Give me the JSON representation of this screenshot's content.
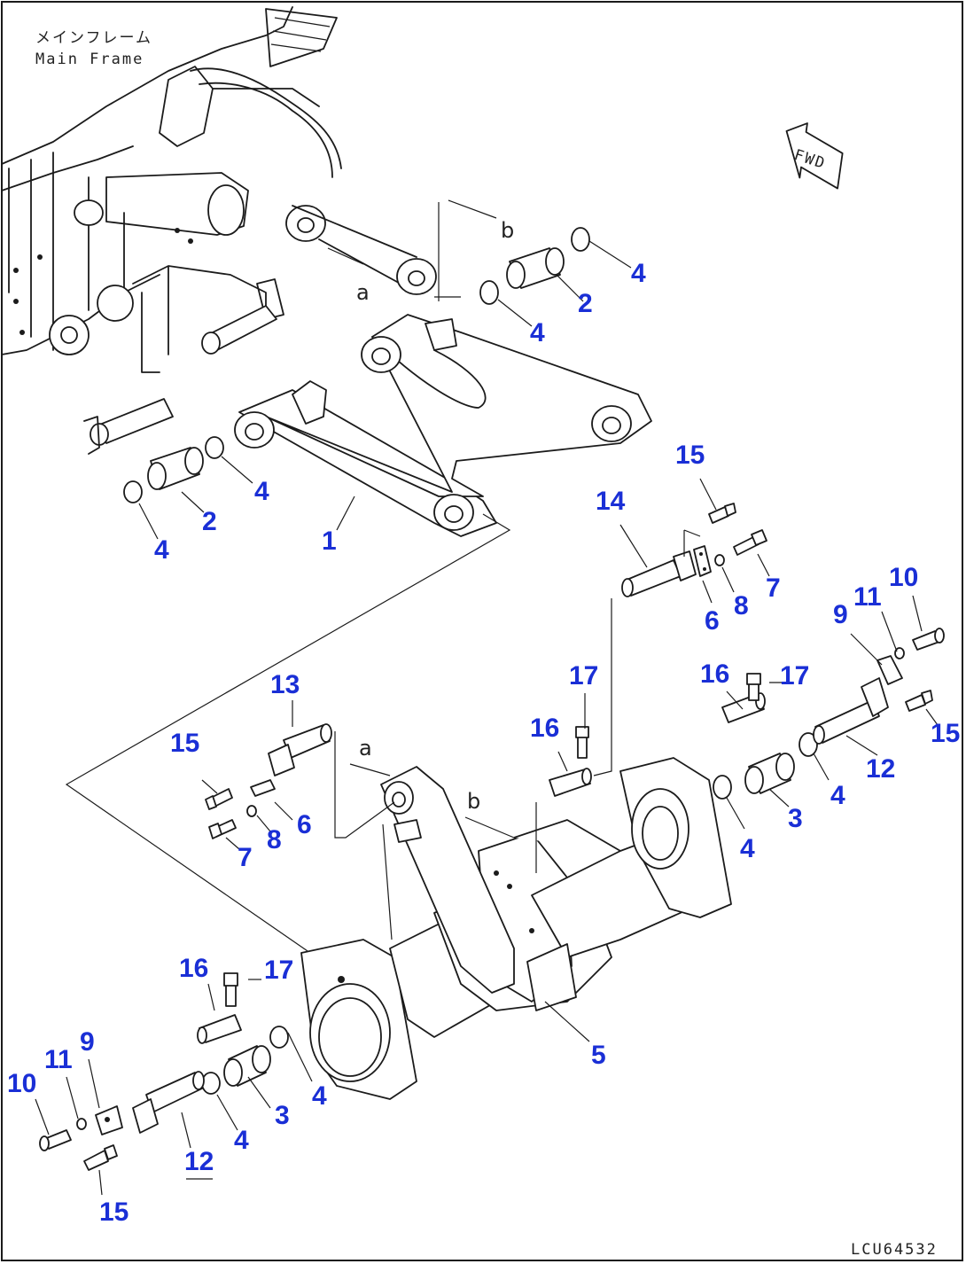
{
  "frame_label": {
    "jp": "メインフレーム",
    "en": "Main Frame"
  },
  "fwd_label": "FWD",
  "drawing_code": "LCU64532",
  "view_letters": {
    "a": "a",
    "b": "b"
  },
  "callouts": {
    "c1": "1",
    "c2_top": "2",
    "c2_left": "2",
    "c3_right": "3",
    "c3_left": "3",
    "c4_a": "4",
    "c4_b": "4",
    "c4_c": "4",
    "c4_d": "4",
    "c4_e": "4",
    "c4_f": "4",
    "c4_g": "4",
    "c4_h": "4",
    "c5": "5",
    "c6_right": "6",
    "c6_left": "6",
    "c7_right": "7",
    "c7_left": "7",
    "c8_right": "8",
    "c8_left": "8",
    "c9_right": "9",
    "c9_left": "9",
    "c10_right": "10",
    "c10_left": "10",
    "c11_right": "11",
    "c11_left": "11",
    "c12_right": "12",
    "c12_left": "12",
    "c13": "13",
    "c14": "14",
    "c15_top": "15",
    "c15_right": "15",
    "c15_left_mid": "15",
    "c15_bottom": "15",
    "c16_a": "16",
    "c16_b": "16",
    "c16_c": "16",
    "c17_a": "17",
    "c17_b": "17",
    "c17_c": "17"
  }
}
